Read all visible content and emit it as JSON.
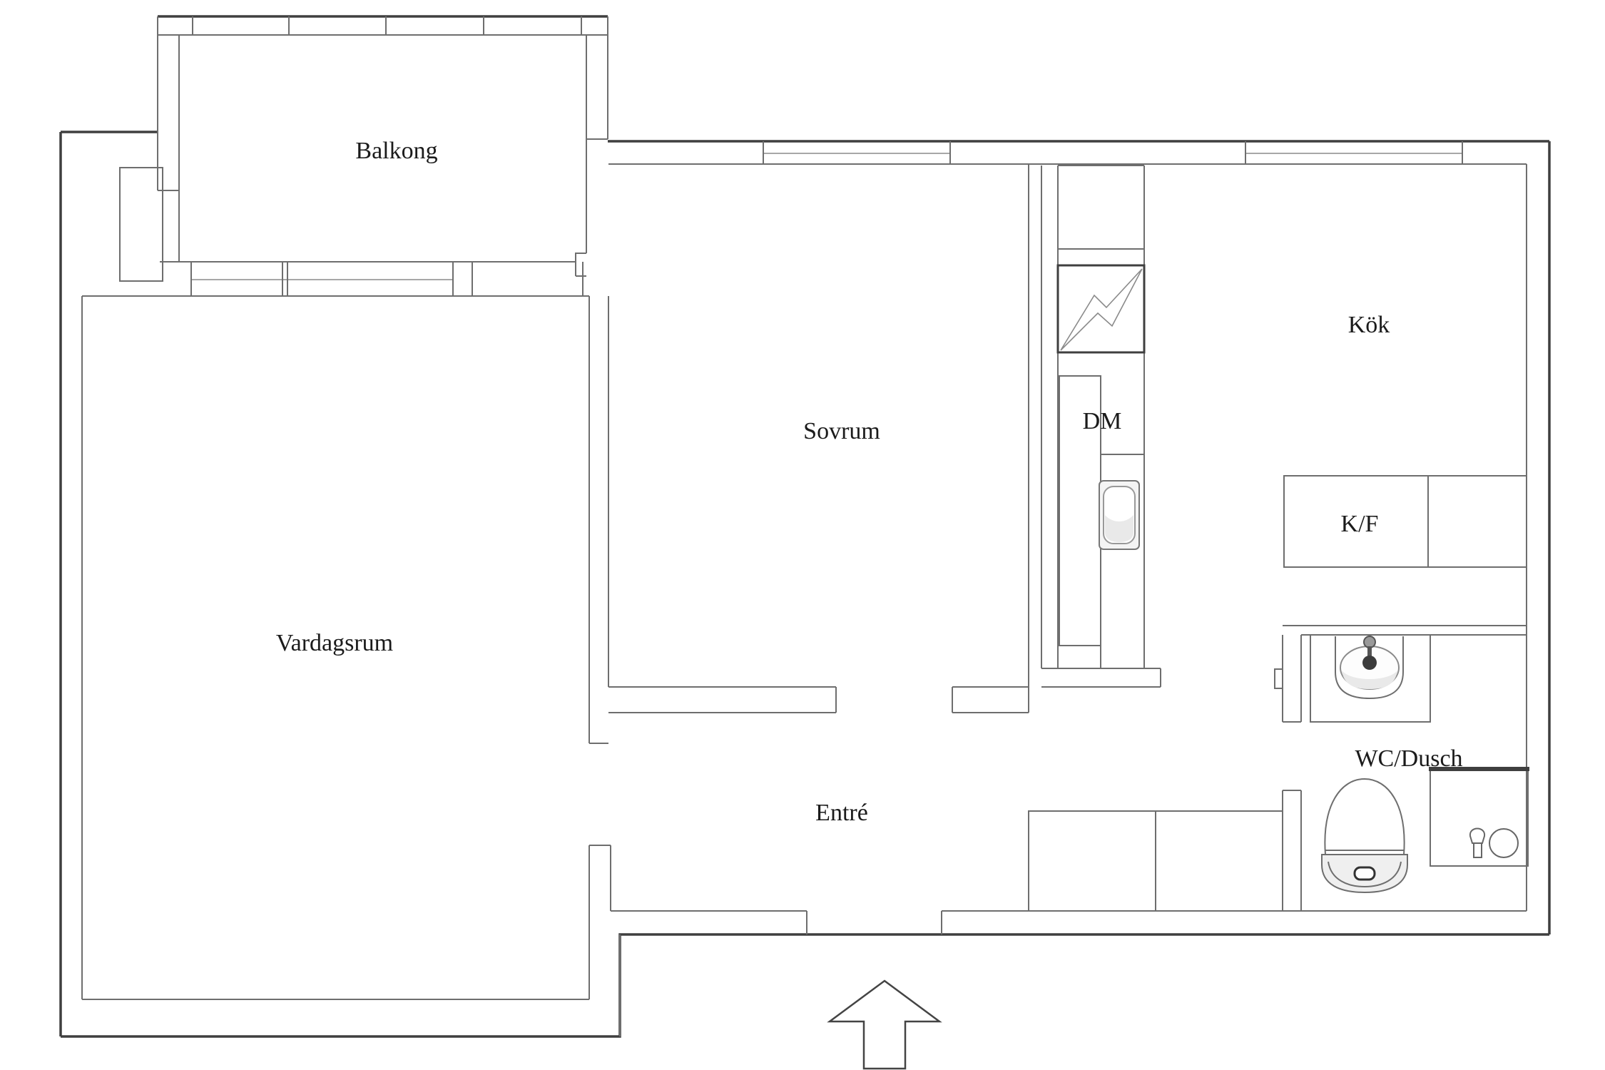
{
  "page": {
    "title": "Apartment floor plan"
  },
  "colors": {
    "background": "#ffffff",
    "wall_line": "#6e6e6e",
    "wall_dark": "#3f3f3f",
    "label_text": "#1b1b1b",
    "fixture_shade": "#e9e9e9"
  },
  "rooms": {
    "balcony": {
      "label": "Balkong"
    },
    "bedroom": {
      "label": "Sovrum"
    },
    "kitchen": {
      "label": "Kök"
    },
    "living_room": {
      "label": "Vardagsrum"
    },
    "entry": {
      "label": "Entré"
    },
    "bathroom": {
      "label": "WC/Dusch"
    }
  },
  "appliances": {
    "dishwasher": {
      "label": "DM"
    },
    "fridge_freezer": {
      "label": "K/F"
    }
  },
  "icons": [
    {
      "name": "balcony-railing-icon"
    },
    {
      "name": "electrical-panel-icon"
    },
    {
      "name": "kitchen-sink-icon"
    },
    {
      "name": "bathroom-sink-icon"
    },
    {
      "name": "toilet-icon"
    },
    {
      "name": "shower-icon"
    },
    {
      "name": "entrance-arrow-icon"
    }
  ]
}
